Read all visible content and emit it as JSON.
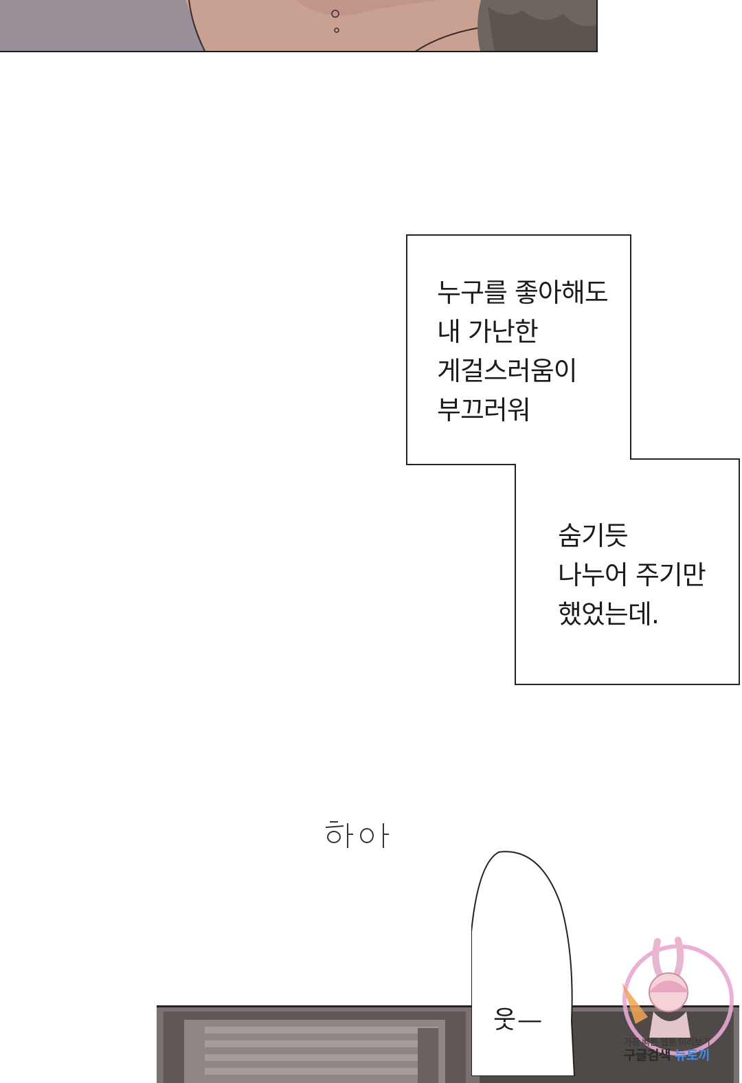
{
  "narration_boxes": [
    {
      "text": "누구를 좋아해도\n내 가난한\n게걸스러움이\n부끄러워"
    },
    {
      "text": "숨기듯\n나누어 주기만\n했었는데."
    }
  ],
  "sound_effect": "하아",
  "speech_bubble": "웃—",
  "watermark": {
    "line1": "가장 빠른 웹툰 미리보기",
    "line2_a": "구글검색",
    "line2_b": "뉴토끼"
  },
  "colors": {
    "skin": "#c9a193",
    "panel_bg": "#9a8f98",
    "wall": "#78706f",
    "watermark_accent": "#3a8ee6",
    "watermark_ring": "#e8a7d2"
  }
}
